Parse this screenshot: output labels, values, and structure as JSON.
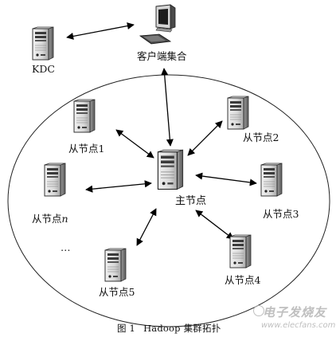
{
  "nodes": {
    "kdc": "KDC",
    "client": "客户端集合",
    "master": "主节点",
    "slaves": [
      {
        "text": "从节点1",
        "italic_suffix": ""
      },
      {
        "text": "从节点2",
        "italic_suffix": ""
      },
      {
        "text": "从节点",
        "italic_suffix": "n"
      },
      {
        "text": "从节点3",
        "italic_suffix": ""
      },
      {
        "text": "从节点4",
        "italic_suffix": ""
      },
      {
        "text": "从节点5",
        "italic_suffix": ""
      }
    ],
    "ellipsis": "…"
  },
  "caption": {
    "figure_number": "图 1",
    "title": "Hadoop 集群拓扑"
  },
  "watermark": {
    "text": "电子发烧友",
    "url": "www.elecfans.com"
  }
}
